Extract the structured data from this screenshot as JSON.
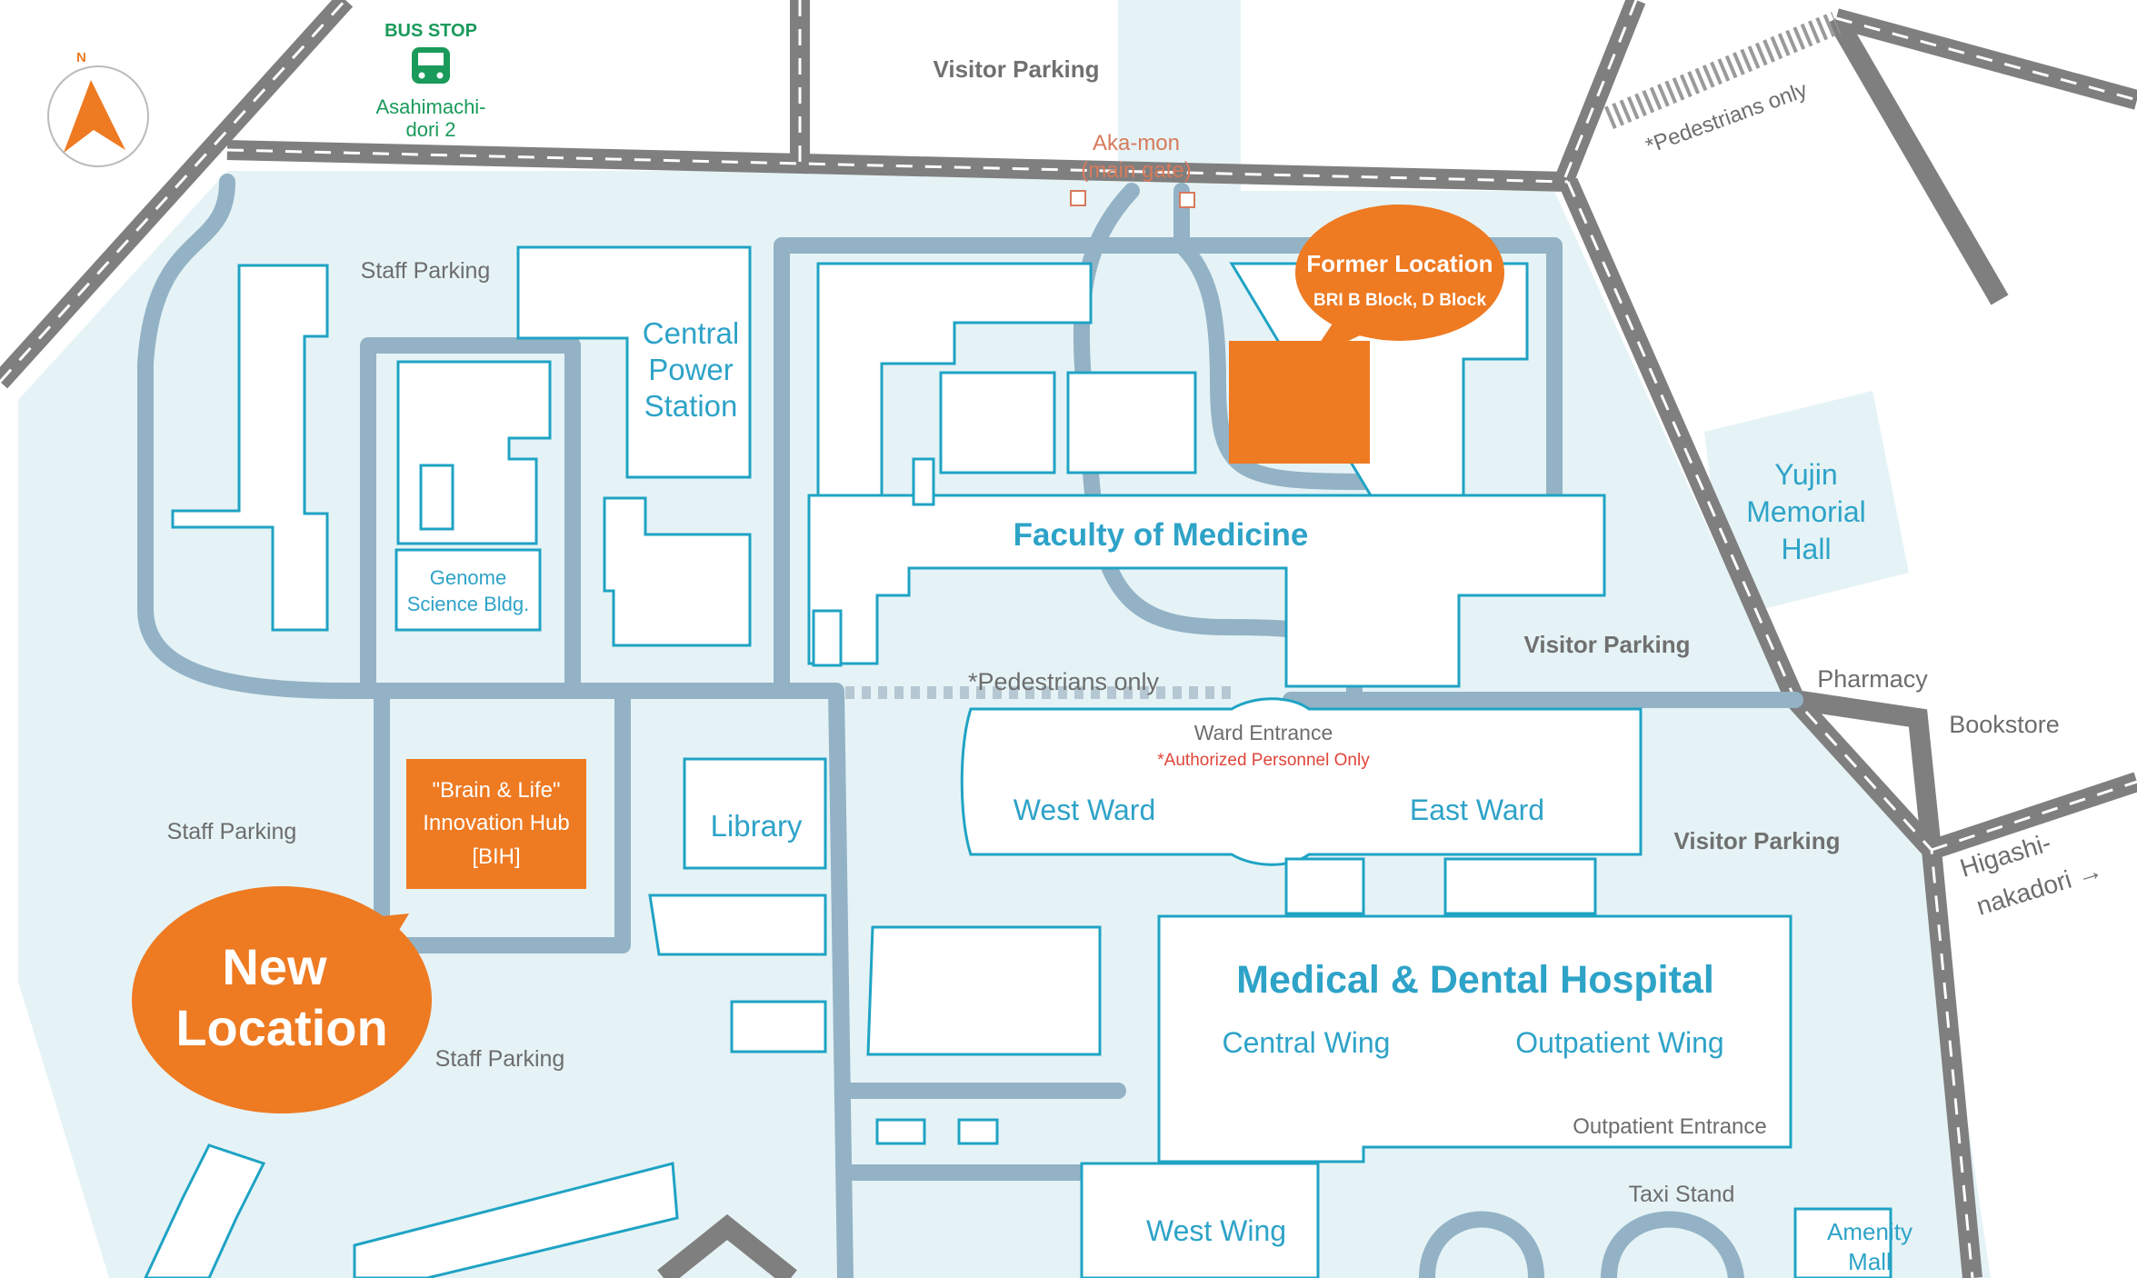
{
  "colors": {
    "campus": "#e5f3f6",
    "building_stroke": "#1fa3c4",
    "label_blue": "#2ea3c8",
    "lane": "#93b2c5",
    "road": "#7f7f7f",
    "accent_orange": "#ee7a22",
    "bus_green": "#1a9a5b",
    "warning_red": "#e0453a",
    "gate": "#d77a5c"
  },
  "compass": {
    "north_label": "N",
    "icon": "north-arrow-icon"
  },
  "bus_stop": {
    "title": "BUS STOP",
    "icon": "bus-icon",
    "line1": "Asahimachi-",
    "line2": "dori 2"
  },
  "gate": {
    "line1": "Aka-mon",
    "line2": "(main gate)"
  },
  "former_location": {
    "title": "Former Location",
    "subtitle": "BRI B Block, D Block"
  },
  "new_location": {
    "line1": "New",
    "line2": "Location"
  },
  "bih": {
    "line1": "\"Brain & Life\"",
    "line2": "Innovation Hub",
    "line3": "[BIH]"
  },
  "buildings": {
    "central_power": {
      "line1": "Central",
      "line2": "Power",
      "line3": "Station"
    },
    "genome": {
      "line1": "Genome",
      "line2": "Science Bldg."
    },
    "faculty": "Faculty of Medicine",
    "library": "Library",
    "west_ward": "West Ward",
    "east_ward": "East Ward",
    "hospital": "Medical & Dental Hospital",
    "central_wing": "Central Wing",
    "outpatient_wing": "Outpatient Wing",
    "west_wing": "West Wing",
    "yujin": {
      "line1": "Yujin",
      "line2": "Memorial",
      "line3": "Hall"
    },
    "amenity": {
      "line1": "Amenity",
      "line2": "Mall"
    }
  },
  "labels": {
    "visitor_parking_top": "Visitor Parking",
    "visitor_parking_mid": "Visitor Parking",
    "visitor_parking_right": "Visitor Parking",
    "staff_parking_top": "Staff Parking",
    "staff_parking_left": "Staff Parking",
    "staff_parking_bottom": "Staff Parking",
    "pedestrians_only_mid": "*Pedestrians only",
    "pedestrians_only_top": "*Pedestrians only",
    "ward_entrance": "Ward Entrance",
    "authorized": "*Authorized Personnel Only",
    "outpatient_entrance": "Outpatient Entrance",
    "taxi_stand": "Taxi Stand",
    "pharmacy": "Pharmacy",
    "bookstore": "Bookstore",
    "street_line1": "Higashi-",
    "street_line2": "nakadori →"
  }
}
